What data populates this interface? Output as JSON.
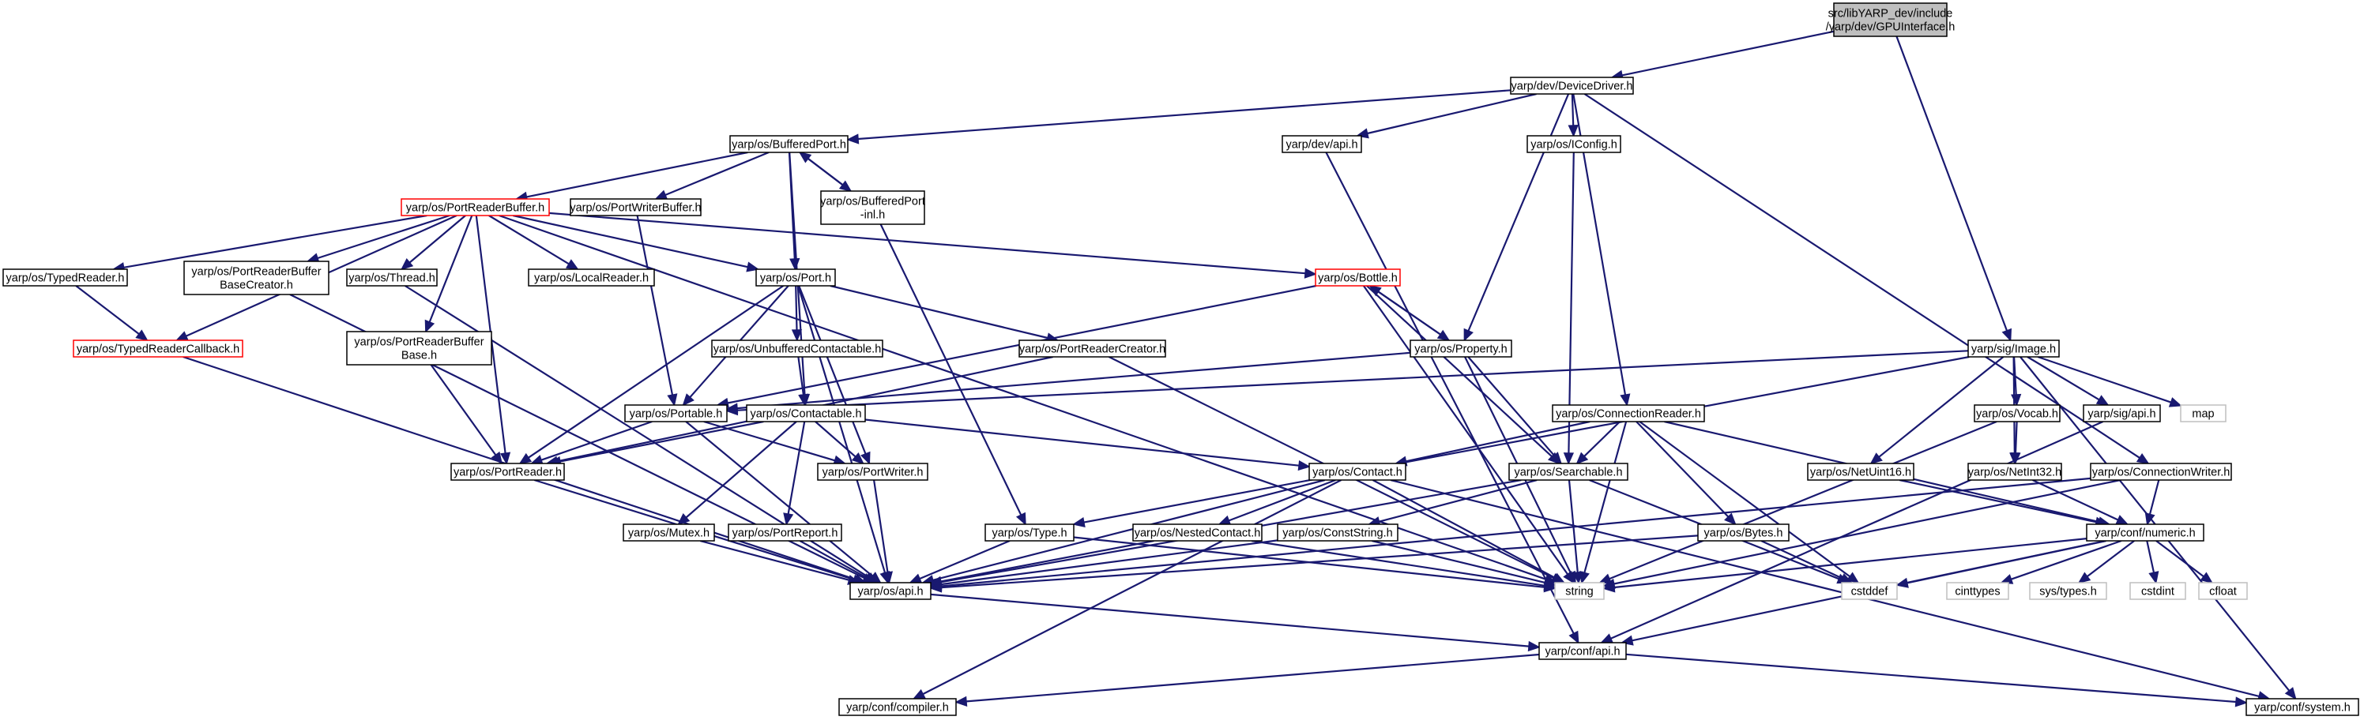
{
  "colors": {
    "edge": "#191970",
    "node_border": "#000000",
    "node_border_truncated": "#ff0000",
    "node_border_external": "#bfbfbf",
    "root_fill": "#bfbfbf",
    "node_fill": "#ffffff",
    "text": "#000000"
  },
  "nodes": [
    {
      "id": "root",
      "lines": [
        "src/libYARP_dev/include",
        "/yarp/dev/GPUInterface.h"
      ],
      "kind": "root"
    },
    {
      "id": "devicedriver",
      "lines": [
        "yarp/dev/DeviceDriver.h"
      ],
      "kind": "normal"
    },
    {
      "id": "bufferedport",
      "lines": [
        "yarp/os/BufferedPort.h"
      ],
      "kind": "normal"
    },
    {
      "id": "devapi",
      "lines": [
        "yarp/dev/api.h"
      ],
      "kind": "normal"
    },
    {
      "id": "iconfig",
      "lines": [
        "yarp/os/IConfig.h"
      ],
      "kind": "normal"
    },
    {
      "id": "portreaderbuffer",
      "lines": [
        "yarp/os/PortReaderBuffer.h"
      ],
      "kind": "truncated"
    },
    {
      "id": "portwriterbuffer",
      "lines": [
        "yarp/os/PortWriterBuffer.h"
      ],
      "kind": "normal"
    },
    {
      "id": "bufferedportinl",
      "lines": [
        "yarp/os/BufferedPort",
        "-inl.h"
      ],
      "kind": "normal"
    },
    {
      "id": "typedreader",
      "lines": [
        "yarp/os/TypedReader.h"
      ],
      "kind": "normal"
    },
    {
      "id": "prbcreator",
      "lines": [
        "yarp/os/PortReaderBuffer",
        "BaseCreator.h"
      ],
      "kind": "normal"
    },
    {
      "id": "thread",
      "lines": [
        "yarp/os/Thread.h"
      ],
      "kind": "normal"
    },
    {
      "id": "localreader",
      "lines": [
        "yarp/os/LocalReader.h"
      ],
      "kind": "normal"
    },
    {
      "id": "port",
      "lines": [
        "yarp/os/Port.h"
      ],
      "kind": "normal"
    },
    {
      "id": "bottle",
      "lines": [
        "yarp/os/Bottle.h"
      ],
      "kind": "truncated"
    },
    {
      "id": "typedreadercallback",
      "lines": [
        "yarp/os/TypedReaderCallback.h"
      ],
      "kind": "truncated"
    },
    {
      "id": "prbbase",
      "lines": [
        "yarp/os/PortReaderBuffer",
        "Base.h"
      ],
      "kind": "normal"
    },
    {
      "id": "unbuffered",
      "lines": [
        "yarp/os/UnbufferedContactable.h"
      ],
      "kind": "normal"
    },
    {
      "id": "portreadercreator",
      "lines": [
        "yarp/os/PortReaderCreator.h"
      ],
      "kind": "normal"
    },
    {
      "id": "property",
      "lines": [
        "yarp/os/Property.h"
      ],
      "kind": "normal"
    },
    {
      "id": "image",
      "lines": [
        "yarp/sig/Image.h"
      ],
      "kind": "normal"
    },
    {
      "id": "portable",
      "lines": [
        "yarp/os/Portable.h"
      ],
      "kind": "normal"
    },
    {
      "id": "contactable",
      "lines": [
        "yarp/os/Contactable.h"
      ],
      "kind": "normal"
    },
    {
      "id": "connectionreader",
      "lines": [
        "yarp/os/ConnectionReader.h"
      ],
      "kind": "normal"
    },
    {
      "id": "vocab",
      "lines": [
        "yarp/os/Vocab.h"
      ],
      "kind": "normal"
    },
    {
      "id": "sigapi",
      "lines": [
        "yarp/sig/api.h"
      ],
      "kind": "normal"
    },
    {
      "id": "map",
      "lines": [
        "map"
      ],
      "kind": "external"
    },
    {
      "id": "portreader",
      "lines": [
        "yarp/os/PortReader.h"
      ],
      "kind": "normal"
    },
    {
      "id": "portwriter",
      "lines": [
        "yarp/os/PortWriter.h"
      ],
      "kind": "normal"
    },
    {
      "id": "contact",
      "lines": [
        "yarp/os/Contact.h"
      ],
      "kind": "normal"
    },
    {
      "id": "searchable",
      "lines": [
        "yarp/os/Searchable.h"
      ],
      "kind": "normal"
    },
    {
      "id": "netuint16",
      "lines": [
        "yarp/os/NetUint16.h"
      ],
      "kind": "normal"
    },
    {
      "id": "netint32",
      "lines": [
        "yarp/os/NetInt32.h"
      ],
      "kind": "normal"
    },
    {
      "id": "connectionwriter",
      "lines": [
        "yarp/os/ConnectionWriter.h"
      ],
      "kind": "normal"
    },
    {
      "id": "mutex",
      "lines": [
        "yarp/os/Mutex.h"
      ],
      "kind": "normal"
    },
    {
      "id": "portreport",
      "lines": [
        "yarp/os/PortReport.h"
      ],
      "kind": "normal"
    },
    {
      "id": "type",
      "lines": [
        "yarp/os/Type.h"
      ],
      "kind": "normal"
    },
    {
      "id": "nestedcontact",
      "lines": [
        "yarp/os/NestedContact.h"
      ],
      "kind": "normal"
    },
    {
      "id": "conststring",
      "lines": [
        "yarp/os/ConstString.h"
      ],
      "kind": "normal"
    },
    {
      "id": "bytes",
      "lines": [
        "yarp/os/Bytes.h"
      ],
      "kind": "normal"
    },
    {
      "id": "numeric",
      "lines": [
        "yarp/conf/numeric.h"
      ],
      "kind": "normal"
    },
    {
      "id": "osapi",
      "lines": [
        "yarp/os/api.h"
      ],
      "kind": "normal"
    },
    {
      "id": "string",
      "lines": [
        "string"
      ],
      "kind": "external"
    },
    {
      "id": "cstddef",
      "lines": [
        "cstddef"
      ],
      "kind": "external"
    },
    {
      "id": "cinttypes",
      "lines": [
        "cinttypes"
      ],
      "kind": "external"
    },
    {
      "id": "systypes",
      "lines": [
        "sys/types.h"
      ],
      "kind": "external"
    },
    {
      "id": "cstdint",
      "lines": [
        "cstdint"
      ],
      "kind": "external"
    },
    {
      "id": "cfloat",
      "lines": [
        "cfloat"
      ],
      "kind": "external"
    },
    {
      "id": "confapi",
      "lines": [
        "yarp/conf/api.h"
      ],
      "kind": "normal"
    },
    {
      "id": "compiler",
      "lines": [
        "yarp/conf/compiler.h"
      ],
      "kind": "normal"
    },
    {
      "id": "system",
      "lines": [
        "yarp/conf/system.h"
      ],
      "kind": "normal"
    }
  ],
  "edges": [
    [
      "root",
      "devicedriver"
    ],
    [
      "root",
      "image"
    ],
    [
      "devicedriver",
      "bufferedport"
    ],
    [
      "devicedriver",
      "devapi"
    ],
    [
      "devicedriver",
      "iconfig"
    ],
    [
      "devicedriver",
      "property"
    ],
    [
      "devicedriver",
      "connectionreader"
    ],
    [
      "devicedriver",
      "connectionwriter"
    ],
    [
      "bufferedport",
      "portreaderbuffer"
    ],
    [
      "bufferedport",
      "portwriterbuffer"
    ],
    [
      "bufferedport",
      "bufferedportinl"
    ],
    [
      "bufferedport",
      "port"
    ],
    [
      "bufferedport",
      "contactable"
    ],
    [
      "bufferedportinl",
      "bufferedport"
    ],
    [
      "bufferedportinl",
      "type"
    ],
    [
      "devapi",
      "confapi"
    ],
    [
      "iconfig",
      "searchable"
    ],
    [
      "portreaderbuffer",
      "typedreader"
    ],
    [
      "portreaderbuffer",
      "prbcreator"
    ],
    [
      "portreaderbuffer",
      "thread"
    ],
    [
      "portreaderbuffer",
      "localreader"
    ],
    [
      "portreaderbuffer",
      "port"
    ],
    [
      "portreaderbuffer",
      "bottle"
    ],
    [
      "portreaderbuffer",
      "typedreadercallback"
    ],
    [
      "portreaderbuffer",
      "prbbase"
    ],
    [
      "portreaderbuffer",
      "portreader"
    ],
    [
      "portreaderbuffer",
      "string"
    ],
    [
      "portwriterbuffer",
      "portable"
    ],
    [
      "typedreader",
      "typedreadercallback"
    ],
    [
      "typedreadercallback",
      "osapi"
    ],
    [
      "prbcreator",
      "osapi"
    ],
    [
      "thread",
      "osapi"
    ],
    [
      "prbbase",
      "portreader"
    ],
    [
      "port",
      "unbuffered"
    ],
    [
      "port",
      "portreadercreator"
    ],
    [
      "port",
      "portable"
    ],
    [
      "port",
      "portreader"
    ],
    [
      "port",
      "portwriter"
    ],
    [
      "port",
      "osapi"
    ],
    [
      "bottle",
      "portable"
    ],
    [
      "bottle",
      "property"
    ],
    [
      "bottle",
      "searchable"
    ],
    [
      "bottle",
      "string"
    ],
    [
      "property",
      "bottle"
    ],
    [
      "property",
      "portable"
    ],
    [
      "property",
      "searchable"
    ],
    [
      "property",
      "string"
    ],
    [
      "unbuffered",
      "contactable"
    ],
    [
      "portreadercreator",
      "portreader"
    ],
    [
      "portreadercreator",
      "string"
    ],
    [
      "portable",
      "portreader"
    ],
    [
      "portable",
      "portwriter"
    ],
    [
      "portable",
      "osapi"
    ],
    [
      "contactable",
      "portreader"
    ],
    [
      "contactable",
      "portwriter"
    ],
    [
      "contactable",
      "contact"
    ],
    [
      "contactable",
      "mutex"
    ],
    [
      "contactable",
      "portreport"
    ],
    [
      "image",
      "portable"
    ],
    [
      "image",
      "type"
    ],
    [
      "image",
      "vocab"
    ],
    [
      "image",
      "sigapi"
    ],
    [
      "image",
      "map"
    ],
    [
      "image",
      "netuint16"
    ],
    [
      "image",
      "netint32"
    ],
    [
      "image",
      "system"
    ],
    [
      "connectionreader",
      "contact"
    ],
    [
      "connectionreader",
      "searchable"
    ],
    [
      "connectionreader",
      "bytes"
    ],
    [
      "connectionreader",
      "numeric"
    ],
    [
      "connectionreader",
      "string"
    ],
    [
      "connectionreader",
      "cstddef"
    ],
    [
      "vocab",
      "netint32"
    ],
    [
      "vocab",
      "string"
    ],
    [
      "sigapi",
      "confapi"
    ],
    [
      "portreader",
      "osapi"
    ],
    [
      "portwriter",
      "osapi"
    ],
    [
      "contact",
      "nestedcontact"
    ],
    [
      "contact",
      "osapi"
    ],
    [
      "contact",
      "string"
    ],
    [
      "contact",
      "compiler"
    ],
    [
      "contact",
      "system"
    ],
    [
      "searchable",
      "conststring"
    ],
    [
      "searchable",
      "osapi"
    ],
    [
      "searchable",
      "string"
    ],
    [
      "searchable",
      "cstddef"
    ],
    [
      "netuint16",
      "numeric"
    ],
    [
      "netint32",
      "numeric"
    ],
    [
      "connectionwriter",
      "numeric"
    ],
    [
      "connectionwriter",
      "osapi"
    ],
    [
      "connectionwriter",
      "string"
    ],
    [
      "mutex",
      "osapi"
    ],
    [
      "portreport",
      "osapi"
    ],
    [
      "type",
      "osapi"
    ],
    [
      "type",
      "string"
    ],
    [
      "nestedcontact",
      "osapi"
    ],
    [
      "nestedcontact",
      "string"
    ],
    [
      "conststring",
      "osapi"
    ],
    [
      "conststring",
      "string"
    ],
    [
      "bytes",
      "osapi"
    ],
    [
      "bytes",
      "cstddef"
    ],
    [
      "numeric",
      "string"
    ],
    [
      "numeric",
      "cstddef"
    ],
    [
      "numeric",
      "cinttypes"
    ],
    [
      "numeric",
      "systypes"
    ],
    [
      "numeric",
      "cstdint"
    ],
    [
      "numeric",
      "cfloat"
    ],
    [
      "numeric",
      "confapi"
    ],
    [
      "osapi",
      "confapi"
    ],
    [
      "confapi",
      "compiler"
    ],
    [
      "confapi",
      "system"
    ]
  ]
}
